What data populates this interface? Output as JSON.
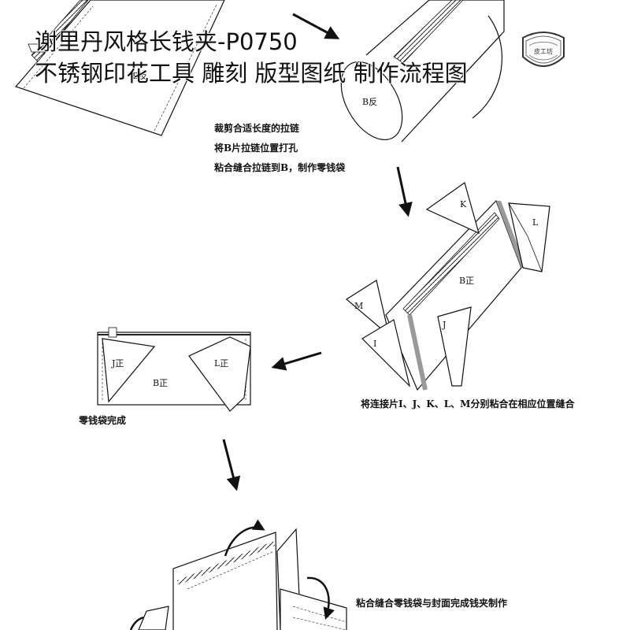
{
  "title": {
    "line1": "谢里丹风格长钱夹-P0750",
    "line2": "不锈钢印花工具 雕刻 版型图纸 制作流程图"
  },
  "stamp": {
    "text": "皮工坊"
  },
  "steps": {
    "step1": {
      "lines": [
        "裁剪合适长度的拉链",
        "将B片拉链位置打孔",
        "粘合缝合拉链到B，制作零钱袋"
      ]
    },
    "step2": {
      "text": "将连接片I、J、K、L、M分别粘合在相应位置缝合"
    },
    "step3": {
      "text": "零钱袋完成"
    },
    "step4": {
      "text": "粘合缝合零钱袋与封面完成钱夹制作"
    }
  },
  "piece_labels": {
    "b_back": "B反",
    "b_front": "B正",
    "i": "I",
    "j": "J",
    "k": "K",
    "l": "L",
    "m": "M",
    "j_front": "J正",
    "l_front": "L正"
  }
}
